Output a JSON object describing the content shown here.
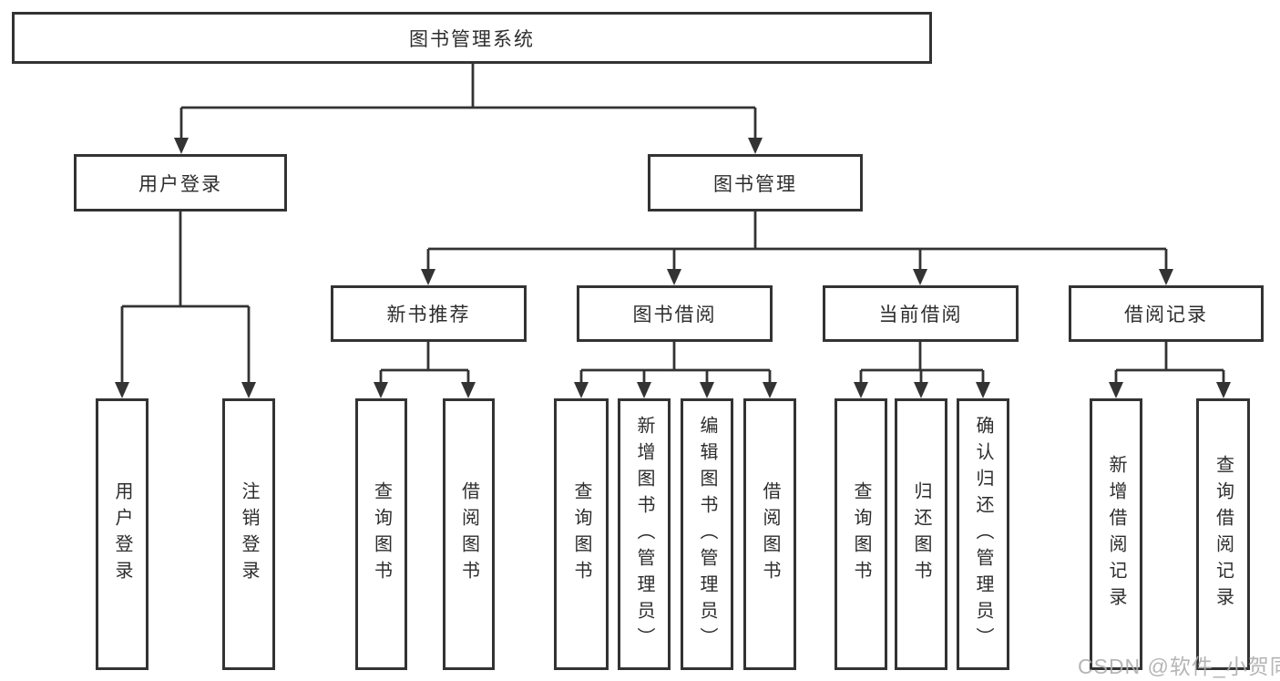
{
  "diagram": {
    "title": "图书管理系统",
    "colors": {
      "line": "#333333",
      "border": "#333333",
      "text": "#2d2d2d",
      "background": "#ffffff",
      "watermark": "#aeaeae"
    },
    "tree": {
      "label": "图书管理系统",
      "children": [
        {
          "label": "用户登录",
          "children": [
            {
              "label": "用户登录"
            },
            {
              "label": "注销登录"
            }
          ]
        },
        {
          "label": "图书管理",
          "children": [
            {
              "label": "新书推荐",
              "children": [
                {
                  "label": "查询图书"
                },
                {
                  "label": "借阅图书"
                }
              ]
            },
            {
              "label": "图书借阅",
              "children": [
                {
                  "label": "查询图书"
                },
                {
                  "label": "新增图书（管理员）"
                },
                {
                  "label": "编辑图书（管理员）"
                },
                {
                  "label": "借阅图书"
                }
              ]
            },
            {
              "label": "当前借阅",
              "children": [
                {
                  "label": "查询图书"
                },
                {
                  "label": "归还图书"
                },
                {
                  "label": "确认归还（管理员）"
                }
              ]
            },
            {
              "label": "借阅记录",
              "children": [
                {
                  "label": "新增借阅记录"
                },
                {
                  "label": "查询借阅记录"
                }
              ]
            }
          ]
        }
      ]
    },
    "watermark": "CSDN @软件_小贺同学"
  }
}
